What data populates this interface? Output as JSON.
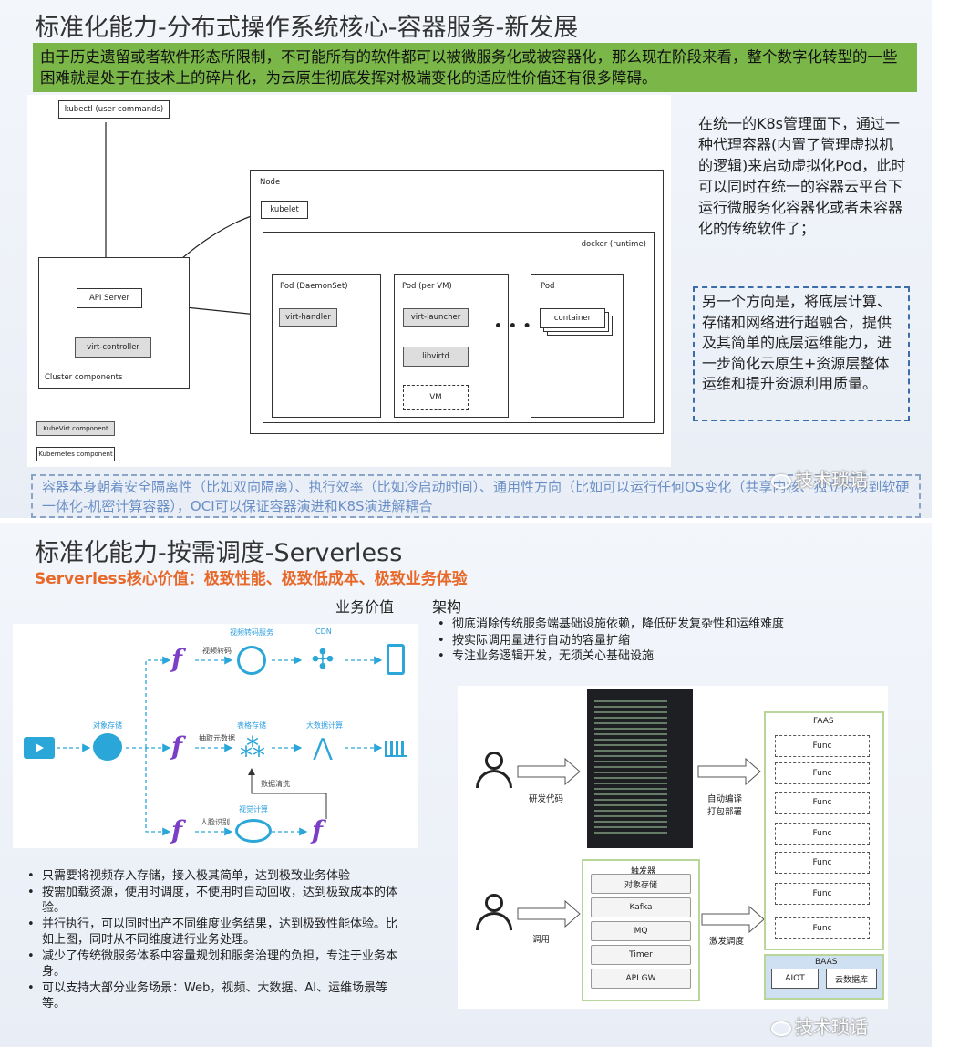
{
  "slide1": {
    "title": "标准化能力-分布式操作系统核心-容器服务-新发展",
    "intro": "由于历史遗留或者软件形态所限制，不可能所有的软件都可以被微服务化或被容器化，那么现在阶段来看，整个数字化转型的一些困难就是处于在技术上的碎片化，为云原生彻底发挥对极端变化的适应性价值还有很多障碍。",
    "diagram": {
      "kubectl": "kubectl (user commands)",
      "node": "Node",
      "kubelet": "kubelet",
      "docker": "docker (runtime)",
      "cluster": "Cluster components",
      "api_server": "API Server",
      "virt_controller": "virt-controller",
      "pod_daemonset": "Pod (DaemonSet)",
      "virt_handler": "virt-handler",
      "pod_per_vm": "Pod (per VM)",
      "virt_launcher": "virt-launcher",
      "libvirtd": "libvirtd",
      "vm": "VM",
      "pod": "Pod",
      "container": "container",
      "dots": "• • •",
      "legend_kubevirt": "KubeVirt component",
      "legend_k8s": "Kubernetes component"
    },
    "right_text": "在统一的K8s管理面下，通过一种代理容器(内置了管理虚拟机的逻辑)来启动虚拟化Pod，此时可以同时在统一的容器云平台下运行微服务化容器化或者未容器化的传统软件了；",
    "dashed_text": "另一个方向是，将底层计算、存储和网络进行超融合，提供及其简单的底层运维能力，进一步简化云原生+资源层整体运维和提升资源利用质量。",
    "bottom_text": "容器本身朝着安全隔离性（比如双向隔离）、执行效率（比如冷启动时间）、通用性方向（比如可以运行任何OS变化（共享内核、独立内核到软硬一体化-机密计算容器），OCI可以保证容器演进和K8S演进解耦合",
    "watermark": "技术琐话"
  },
  "slide2": {
    "title": "标准化能力-按需调度-Serverless",
    "subtitle": "Serverless核心价值：极致性能、极致低成本、极致业务体验",
    "biz_head": "业务价值",
    "arch_head": "架构",
    "flow": {
      "video_transcode_service": "视频转码服务",
      "cdn": "CDN",
      "video_transcode": "视频转码",
      "object_storage": "对象存储",
      "table_storage": "表格存储",
      "big_data": "大数据计算",
      "extract_meta": "抽取元数据",
      "data_clean": "数据清洗",
      "vision": "视觉计算",
      "face": "人脸识别"
    },
    "arch_bullets": [
      "彻底消除传统服务端基础设施依赖，降低研发复杂性和运维难度",
      "按实际调用量进行自动的容量扩缩",
      "专注业务逻辑开发，无须关心基础设施"
    ],
    "biz_bullets": [
      "只需要将视频存入存储，接入极其简单，达到极致业务体验",
      "按需加载资源，使用时调度，不使用时自动回收，达到极致成本的体验。",
      "并行执行，可以同时出产不同维度业务结果，达到极致性能体验。比如上图，同时从不同维度进行业务处理。",
      "减少了传统微服务体系中容量规划和服务治理的负担，专注于业务本身。",
      "可以支持大部分业务场景：Web，视频、大数据、AI、运维场景等等。"
    ],
    "arch": {
      "dev_code": "研发代码",
      "auto_compile_1": "自动编译",
      "auto_compile_2": "打包部署",
      "invoke": "调用",
      "trigger_schedule": "激发调度",
      "trigger": "触发器",
      "triggers": [
        "对象存储",
        "Kafka",
        "MQ",
        "Timer",
        "API GW"
      ],
      "faas": "FAAS",
      "func": "Func",
      "baas": "BAAS",
      "aiot": "AIOT",
      "cloud_db": "云数据库"
    },
    "watermark": "技术琐话"
  }
}
